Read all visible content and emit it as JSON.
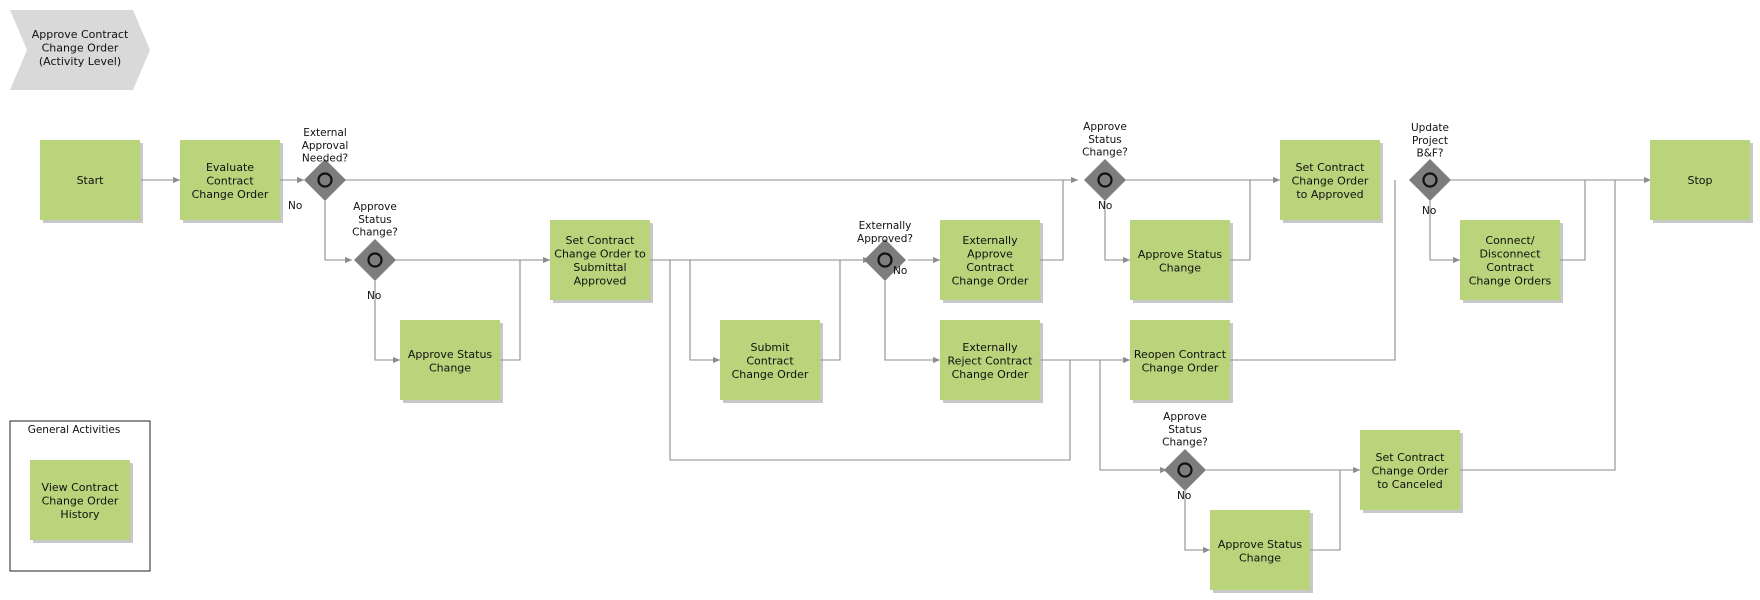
{
  "header": {
    "title": "Approve Contract\nChange Order\n(Activity Level)"
  },
  "activities": {
    "start": "Start",
    "evaluate": "Evaluate\nContract\nChange Order",
    "approve_status_1": "Approve Status\nChange",
    "set_submittal": "Set Contract\nChange Order to\nSubmittal\nApproved",
    "submit": "Submit\nContract\nChange Order",
    "ext_approve": "Externally\nApprove\nContract\nChange Order",
    "ext_reject": "Externally\nReject Contract\nChange Order",
    "approve_status_2": "Approve Status\nChange",
    "reopen": "Reopen Contract\nChange Order",
    "set_approved": "Set Contract\nChange Order\nto Approved",
    "connect": "Connect/\nDisconnect\nContract\nChange Orders",
    "approve_status_3": "Approve Status\nChange",
    "set_canceled": "Set Contract\nChange Order\nto Canceled",
    "stop": "Stop"
  },
  "gateways": {
    "external_approval": "External\nApproval\nNeeded?",
    "approve_status_1": "Approve\nStatus\nChange?",
    "externally_approved": "Externally\nApproved?",
    "approve_status_2": "Approve\nStatus\nChange?",
    "update_project": "Update\nProject\nB&F?",
    "approve_status_3": "Approve\nStatus\nChange?"
  },
  "branch_label": "No",
  "general": {
    "title": "General Activities",
    "view_history": "View Contract\nChange Order\nHistory"
  },
  "colors": {
    "activity_fill": "#b9d47b",
    "gateway_fill": "#7d7d7d",
    "connector": "#8c8c8c",
    "header_fill": "#d9d9d9"
  }
}
